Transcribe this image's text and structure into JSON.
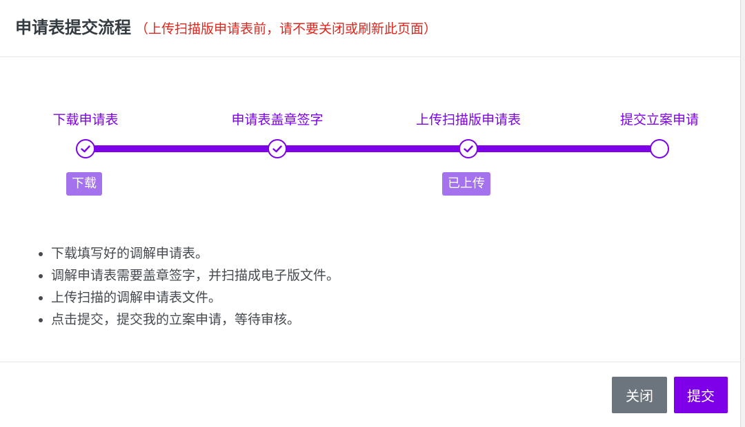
{
  "dialog": {
    "title": "申请表提交流程",
    "warning": "（上传扫描版申请表前，请不要关闭或刷新此页面）"
  },
  "stepper": {
    "accent_color": "#7d00e8",
    "steps": [
      {
        "label": "下载申请表",
        "completed": true,
        "action": "下载"
      },
      {
        "label": "申请表盖章签字",
        "completed": true,
        "action": ""
      },
      {
        "label": "上传扫描版申请表",
        "completed": true,
        "action": "已上传"
      },
      {
        "label": "提交立案申请",
        "completed": false,
        "action": ""
      }
    ]
  },
  "instructions": [
    "下载填写好的调解申请表。",
    "调解申请表需要盖章签字，并扫描成电子版文件。",
    "上传扫描的调解申请表文件。",
    "点击提交，提交我的立案申请，等待审核。"
  ],
  "footer": {
    "close_label": "关闭",
    "submit_label": "提交",
    "close_color": "#6c757d",
    "submit_color": "#7d00e8"
  }
}
